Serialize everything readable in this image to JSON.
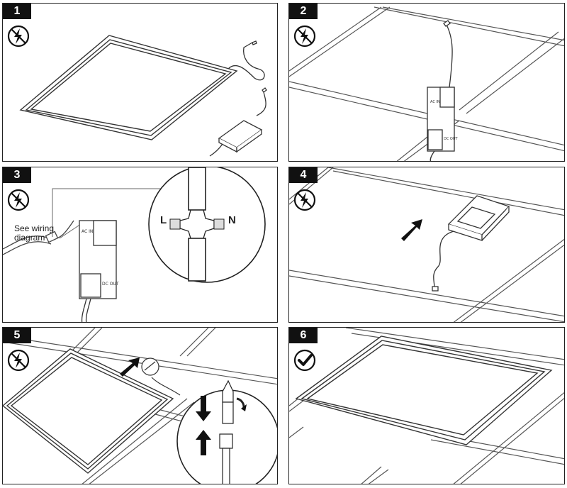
{
  "steps": [
    {
      "number": "1",
      "icon": "no-power-icon"
    },
    {
      "number": "2",
      "icon": "no-power-icon"
    },
    {
      "number": "3",
      "icon": "no-power-icon",
      "callout": "See wiring\ndiagram",
      "live_label": "L",
      "neutral_label": "N"
    },
    {
      "number": "4",
      "icon": "no-power-icon"
    },
    {
      "number": "5",
      "icon": "no-power-icon"
    },
    {
      "number": "6",
      "icon": "check-icon"
    }
  ],
  "driver": {
    "input_label": "AC IN",
    "output_label": "DC OUT"
  }
}
